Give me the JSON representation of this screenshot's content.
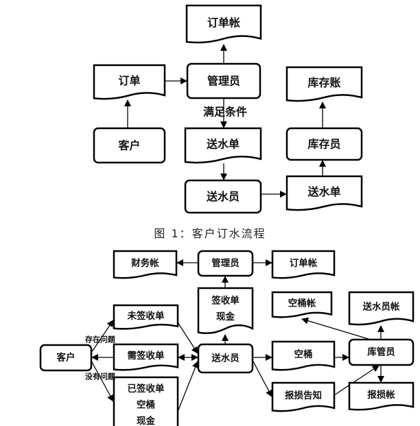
{
  "figure1": {
    "caption": "图 1：客户订水流程",
    "nodes": {
      "order_ledger": {
        "type": "document",
        "lines": [
          "订单帐"
        ]
      },
      "order": {
        "type": "document",
        "lines": [
          "订单"
        ]
      },
      "manager": {
        "type": "process",
        "lines": [
          "管理员"
        ]
      },
      "stock_ledger": {
        "type": "document",
        "lines": [
          "库存账"
        ]
      },
      "customer": {
        "type": "process",
        "lines": [
          "客户"
        ]
      },
      "delivery_note": {
        "type": "document",
        "lines": [
          "送水单"
        ]
      },
      "stock_keeper": {
        "type": "process",
        "lines": [
          "库存员"
        ]
      },
      "deliveryman": {
        "type": "process",
        "lines": [
          "送水员"
        ]
      },
      "delivery_note_2": {
        "type": "document",
        "lines": [
          "送水单"
        ]
      }
    },
    "labels": {
      "condition": "满足条件"
    }
  },
  "figure2": {
    "nodes": {
      "finance_ledger": {
        "type": "document",
        "lines": [
          "财务帐"
        ]
      },
      "manager": {
        "type": "process",
        "lines": [
          "管理员"
        ]
      },
      "order_ledger": {
        "type": "document",
        "lines": [
          "订单帐"
        ]
      },
      "receipt_cash": {
        "type": "document",
        "lines": [
          "签收单",
          "现金"
        ]
      },
      "empty_bucket_ledger": {
        "type": "document",
        "lines": [
          "空桶帐"
        ]
      },
      "deliveryman_ledger": {
        "type": "document",
        "lines": [
          "送水员帐"
        ]
      },
      "unsigned_receipt": {
        "type": "document",
        "lines": [
          "未签收单"
        ]
      },
      "customer": {
        "type": "process",
        "lines": [
          "客户"
        ]
      },
      "to_sign_receipt": {
        "type": "document",
        "lines": [
          "需签收单"
        ]
      },
      "deliveryman": {
        "type": "process",
        "lines": [
          "送水员"
        ]
      },
      "empty_bucket": {
        "type": "document",
        "lines": [
          "空桶"
        ]
      },
      "warehouse_keeper": {
        "type": "process",
        "lines": [
          "库管员"
        ]
      },
      "signed_receipt": {
        "type": "document",
        "lines": [
          "已签收单",
          "空桶",
          "现金"
        ]
      },
      "damage_notice": {
        "type": "document",
        "lines": [
          "报损告知"
        ]
      },
      "damage_ledger": {
        "type": "document",
        "lines": [
          "报损帐"
        ]
      }
    },
    "labels": {
      "has_problem": "存在问题",
      "no_problem": "没有问题"
    }
  }
}
